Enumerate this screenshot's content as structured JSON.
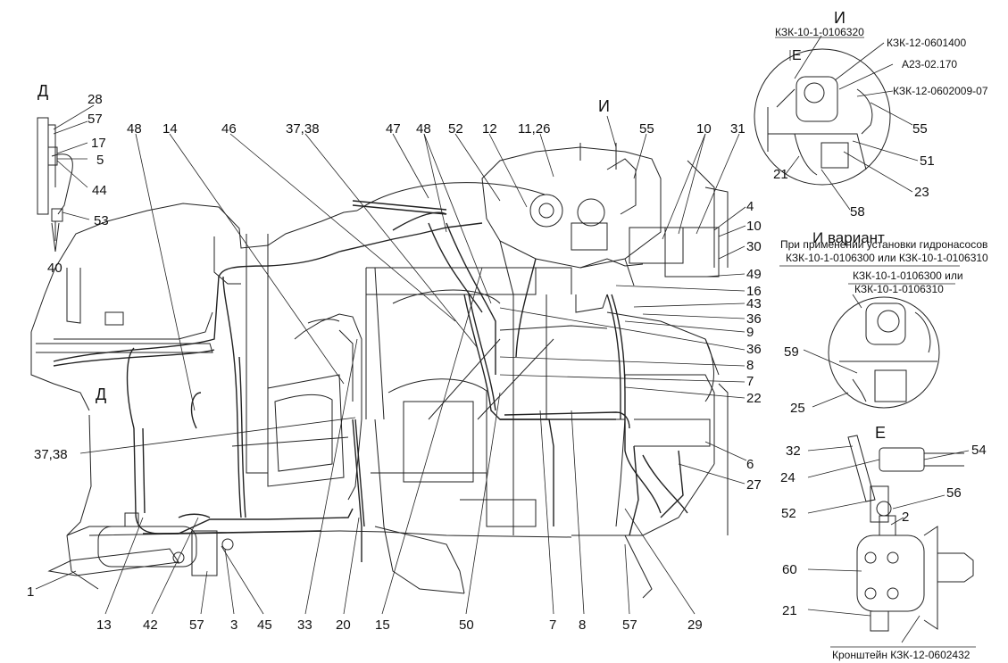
{
  "title": "",
  "callouts": {
    "c_d": "Д",
    "c_28": "28",
    "c_57a": "57",
    "c_17": "17",
    "c_5": "5",
    "c_44": "44",
    "c_53": "53",
    "c_40": "40",
    "c_48a": "48",
    "c_14": "14",
    "c_46": "46",
    "c_3738a": "37,38",
    "c_47": "47",
    "c_48b": "48",
    "c_52a": "52",
    "c_12": "12",
    "c_1126": "11,26",
    "c_i_top": "И",
    "c_55a": "55",
    "c_10a": "10",
    "c_31": "31",
    "c_4": "4",
    "c_10b": "10",
    "c_30": "30",
    "c_49": "49",
    "c_16": "16",
    "c_43": "43",
    "c_36a": "36",
    "c_9": "9",
    "c_36b": "36",
    "c_8a": "8",
    "c_7a": "7",
    "c_22": "22",
    "c_6": "6",
    "c_27": "27",
    "c_d2": "Д",
    "c_3738b": "37,38",
    "c_1": "1",
    "c_13": "13",
    "c_42": "42",
    "c_57b": "57",
    "c_3": "3",
    "c_45": "45",
    "c_33": "33",
    "c_20": "20",
    "c_15": "15",
    "c_50": "50",
    "c_7b": "7",
    "c_8b": "8",
    "c_57c": "57",
    "c_29": "29"
  },
  "view_i": {
    "title": "И",
    "part_320": "КЗК-10-1-0106320",
    "e_letter": "Е",
    "part_1400": "КЗК-12-0601400",
    "part_a23": "А23-02.170",
    "part_2009": "КЗК-12-0602009-07",
    "c_55": "55",
    "c_51": "51",
    "c_21": "21",
    "c_23": "23",
    "c_58": "58"
  },
  "view_i_variant": {
    "title": "И вариант",
    "line1": "При применении установки гидронасосов",
    "line2": "КЗК-10-1-0106300 или КЗК-10-1-0106310",
    "part_a": "КЗК-10-1-0106300 или",
    "part_b": "КЗК-10-1-0106310",
    "c_59": "59",
    "c_25": "25"
  },
  "view_e": {
    "title": "Е",
    "c_32": "32",
    "c_54": "54",
    "c_24": "24",
    "c_56": "56",
    "c_52": "52",
    "c_2": "2",
    "c_60": "60",
    "c_21": "21",
    "bracket": "Кронштейн КЗК-12-0602432"
  }
}
